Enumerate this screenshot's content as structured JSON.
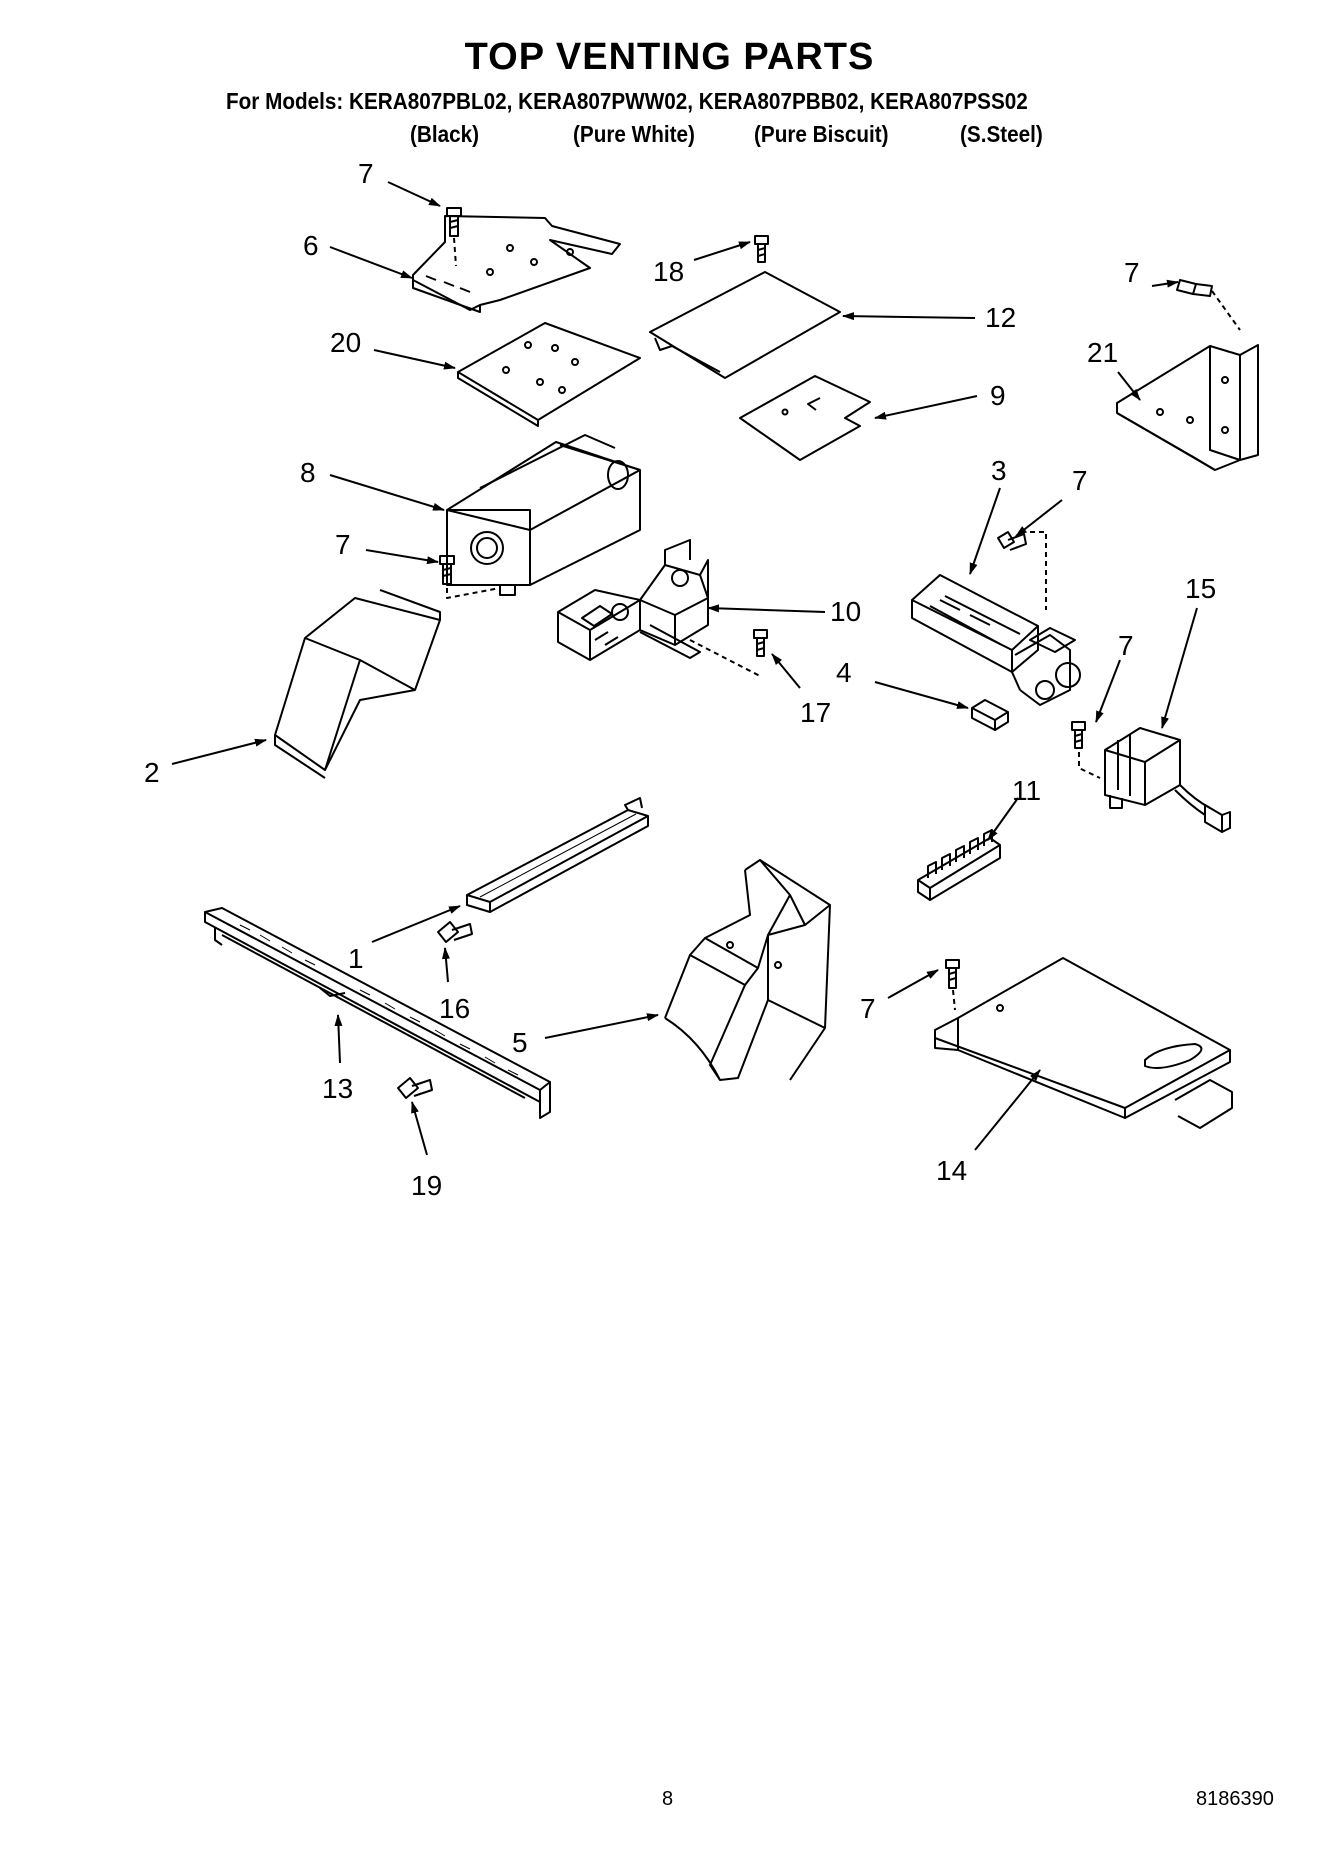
{
  "header": {
    "title": "TOP VENTING PARTS",
    "models_line": "For Models: KERA807PBL02, KERA807PWW02, KERA807PBB02, KERA807PSS02",
    "colors": [
      "(Black)",
      "(Pure White)",
      "(Pure Biscuit)",
      "(S.Steel)"
    ]
  },
  "callouts": {
    "c1": "1",
    "c2": "2",
    "c3": "3",
    "c4": "4",
    "c5": "5",
    "c6": "6",
    "c7a": "7",
    "c7b": "7",
    "c7c": "7",
    "c7d": "7",
    "c7e": "7",
    "c7f": "7",
    "c8": "8",
    "c9": "9",
    "c10": "10",
    "c11": "11",
    "c12": "12",
    "c13": "13",
    "c14": "14",
    "c15": "15",
    "c16": "16",
    "c17": "17",
    "c18": "18",
    "c19": "19",
    "c20": "20",
    "c21": "21"
  },
  "footer": {
    "page_number": "8",
    "doc_number": "8186390"
  }
}
